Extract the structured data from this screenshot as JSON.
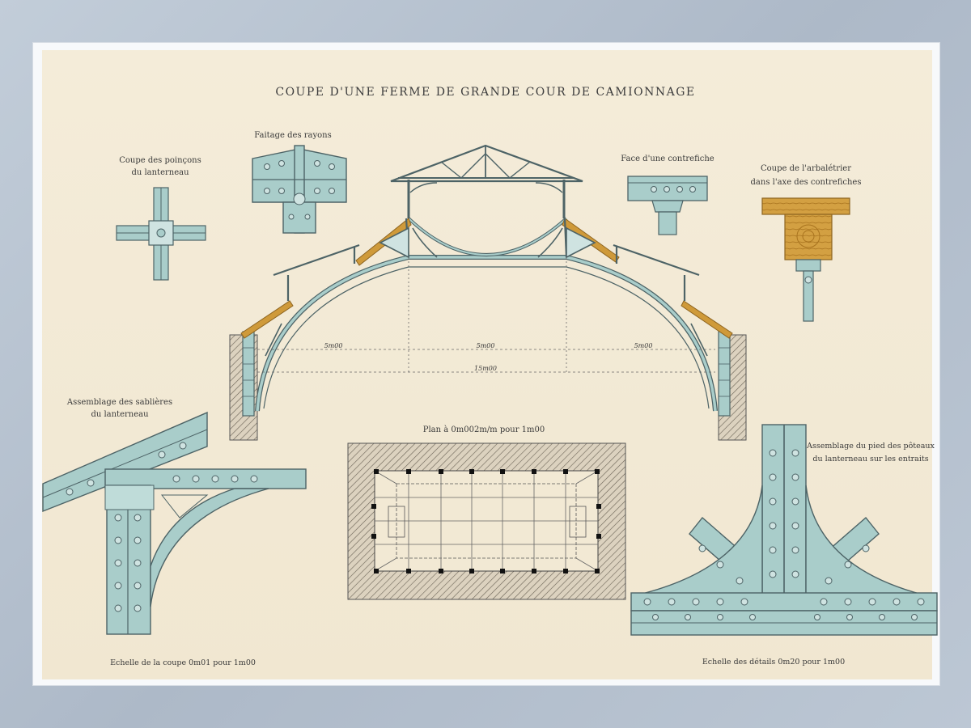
{
  "title": "COUPE D'UNE FERME DE GRANDE COUR DE CAMIONNAGE",
  "labels": {
    "faitage": "Faitage des rayons",
    "poincons_1": "Coupe des poinçons",
    "poincons_2": "du lanterneau",
    "contrefiche": "Face d'une contrefiche",
    "arbaletrier_1": "Coupe de l'arbalétrier",
    "arbaletrier_2": "dans l'axe des contrefiches",
    "sablieres_1": "Assemblage des sablières",
    "sablieres_2": "du lanterneau",
    "plan": "Plan à 0m002m/m pour 1m00",
    "pied_1": "Assemblage du pied des pôteaux",
    "pied_2": "du lanterneau sur les entraits",
    "echelle_coupe": "Echelle de la coupe 0m01 pour 1m00",
    "echelle_details": "Echelle des détails 0m20 pour 1m00"
  },
  "dimensions": {
    "span_left": "5m00",
    "span_mid": "5m00",
    "span_right": "5m00",
    "span_total": "15m00"
  },
  "colors": {
    "paper": "#f2e9d4",
    "iron": "#a9cdca",
    "iron_edge": "#4d6366",
    "wood": "#cf9a3a",
    "masonry": "#d8cdb8",
    "mat": "#b3bfcd"
  }
}
